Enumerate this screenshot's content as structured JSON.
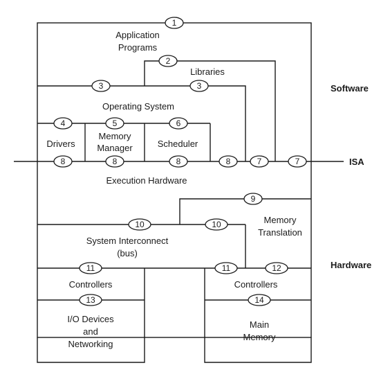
{
  "labels": {
    "application_programs": [
      "Application",
      "Programs"
    ],
    "libraries": "Libraries",
    "operating_system": "Operating System",
    "drivers": "Drivers",
    "memory_manager": [
      "Memory",
      "Manager"
    ],
    "scheduler": "Scheduler",
    "execution_hardware": "Execution Hardware",
    "memory_translation": [
      "Memory",
      "Translation"
    ],
    "system_interconnect": [
      "System Interconnect",
      "(bus)"
    ],
    "controllers_left": "Controllers",
    "controllers_right": "Controllers",
    "io_devices": [
      "I/O Devices",
      "and",
      "Networking"
    ],
    "main_memory": [
      "Main",
      "Memory"
    ]
  },
  "side_labels": {
    "software": "Software",
    "isa": "ISA",
    "hardware": "Hardware"
  },
  "interfaces": {
    "n1": "1",
    "n2": "2",
    "n3a": "3",
    "n3b": "3",
    "n4": "4",
    "n5": "5",
    "n6": "6",
    "n8a": "8",
    "n8b": "8",
    "n8c": "8",
    "n8d": "8",
    "n7a": "7",
    "n7b": "7",
    "n9": "9",
    "n10a": "10",
    "n10b": "10",
    "n11a": "11",
    "n11b": "11",
    "n12": "12",
    "n13": "13",
    "n14": "14"
  }
}
